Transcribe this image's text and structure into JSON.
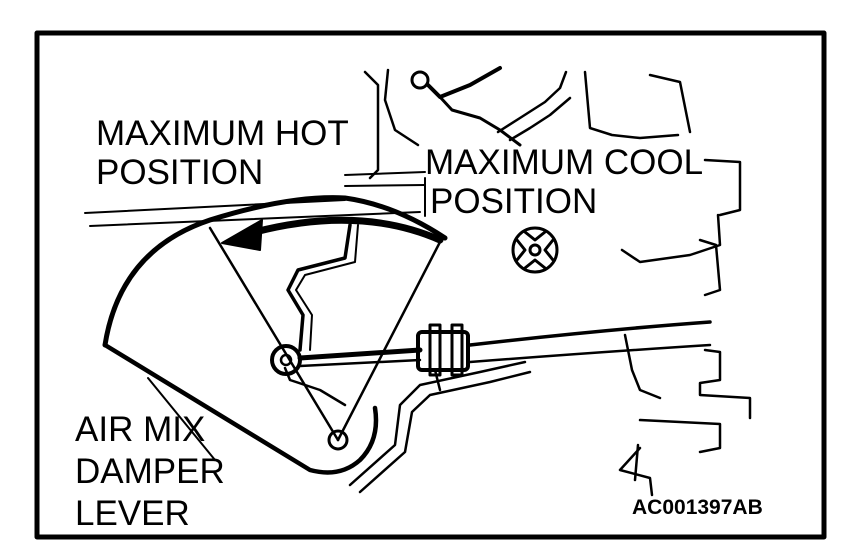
{
  "labels": {
    "max_hot": [
      "MAXIMUM HOT",
      "POSITION"
    ],
    "max_cool": [
      "MAXIMUM COOL",
      "POSITION"
    ],
    "lever": [
      "AIR MIX",
      "DAMPER",
      "LEVER"
    ],
    "figure_code": "AC001397AB"
  },
  "colors": {
    "ink": "#000000",
    "paper": "#ffffff"
  }
}
